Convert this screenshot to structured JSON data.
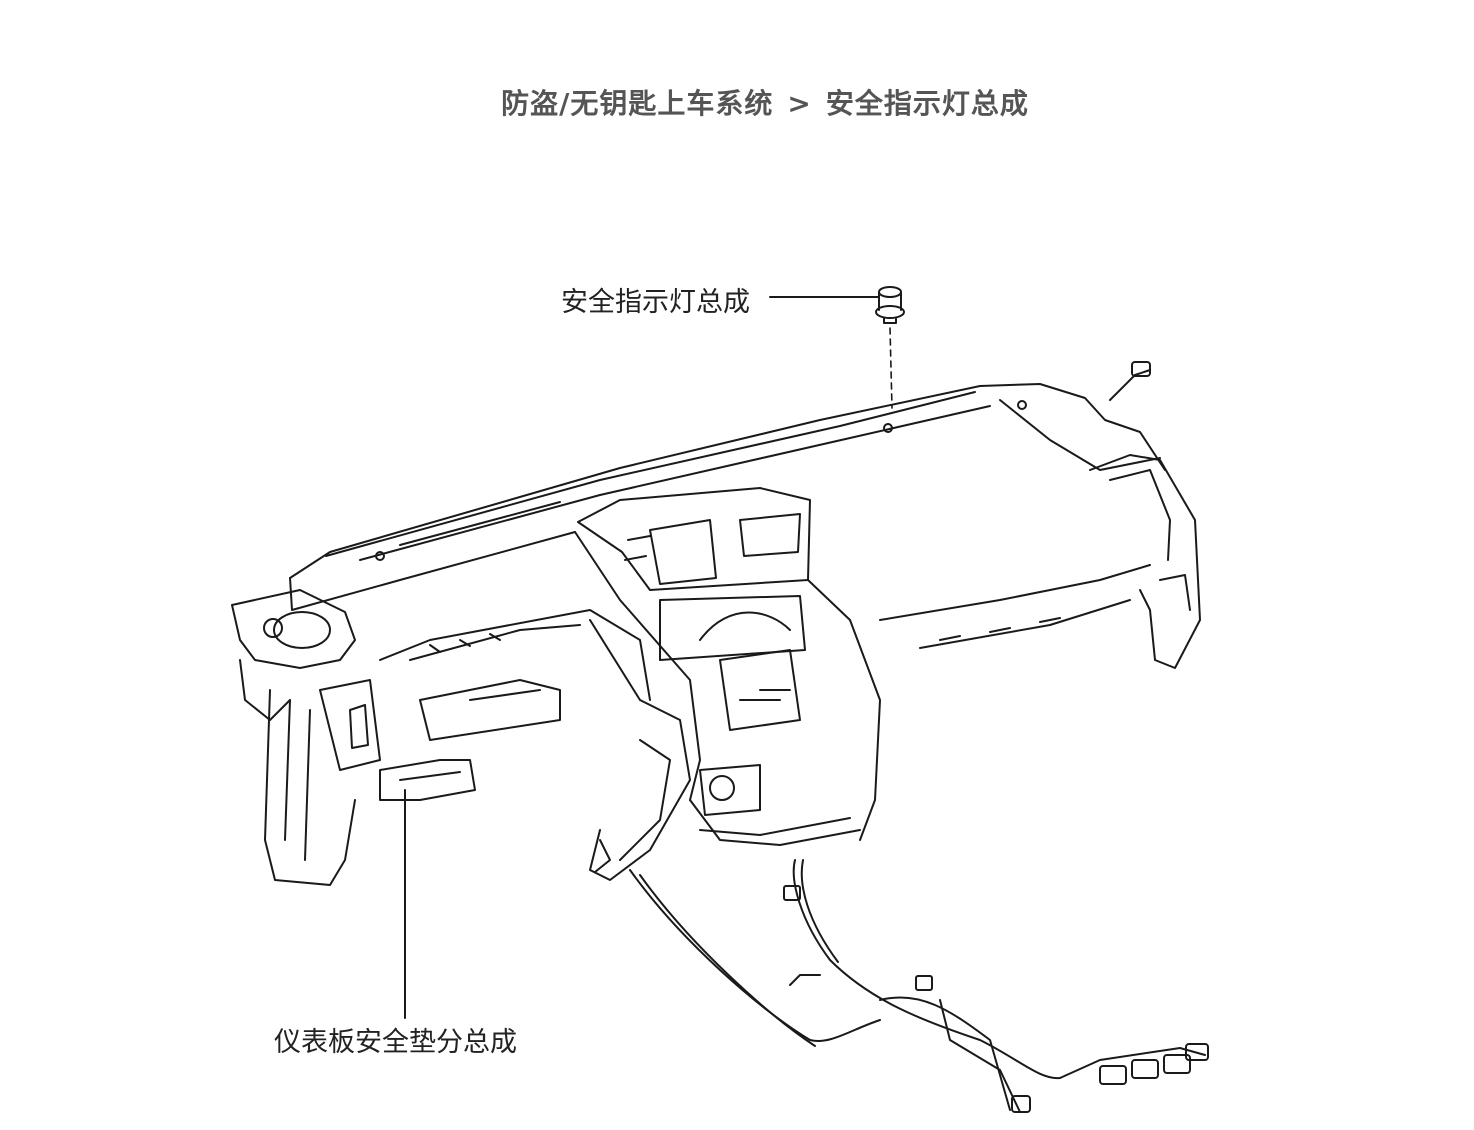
{
  "breadcrumb": {
    "parent": "防盗/无钥匙上车系统",
    "separator": ">",
    "current": "安全指示灯总成"
  },
  "callouts": {
    "indicator_lamp": "安全指示灯总成",
    "panel_pad": "仪表板安全垫分总成"
  }
}
